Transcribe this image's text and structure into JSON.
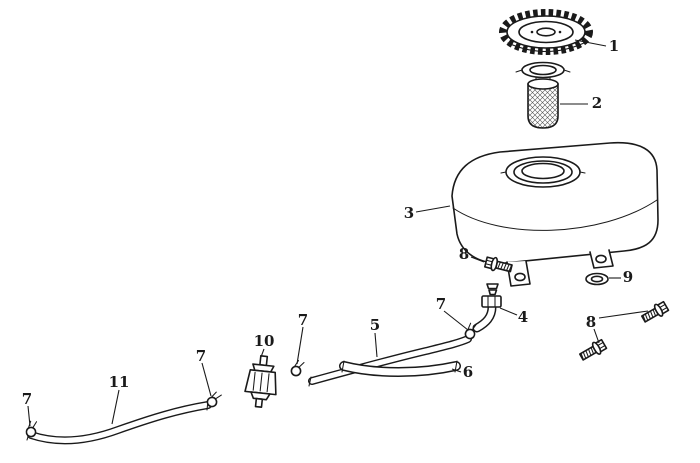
{
  "figure": {
    "background": "#ffffff",
    "line_color": "#1a1a1a",
    "callouts": {
      "c1": "1",
      "c2": "2",
      "c3": "3",
      "c4": "4",
      "c5": "5",
      "c6": "6",
      "c7a": "7",
      "c7b": "7",
      "c7c": "7",
      "c7d": "7",
      "c8a": "8",
      "c8b": "8",
      "c9": "9",
      "c10": "10",
      "c11": "11"
    }
  }
}
